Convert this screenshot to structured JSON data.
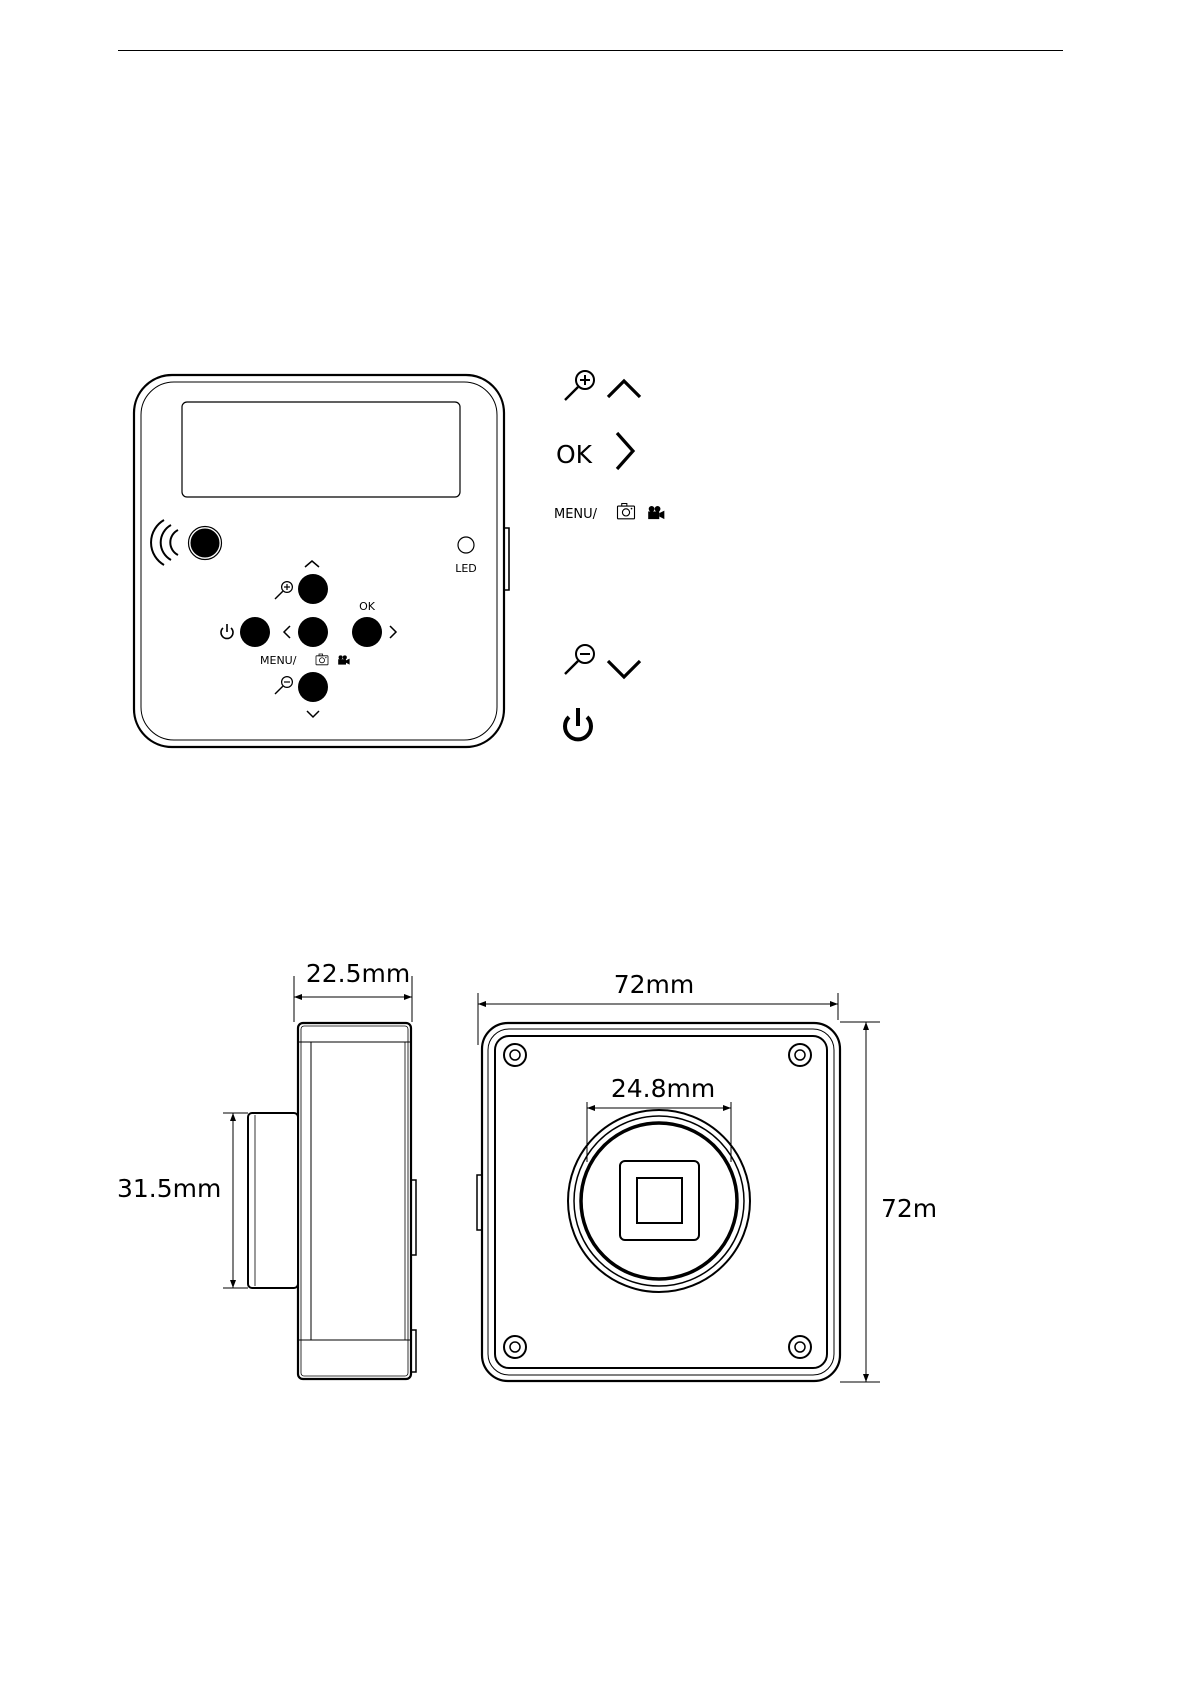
{
  "panel": {
    "led_label": "LED",
    "ok_label": "OK",
    "menu_label": "MENU/"
  },
  "legend": {
    "ok_label": "OK",
    "menu_label": "MENU/"
  },
  "dimensions": {
    "side_depth": "22.5mm",
    "side_height": "31.5mm",
    "front_width": "72mm",
    "front_height": "72m",
    "mount_diameter": "24.8mm"
  },
  "icons": [
    "zoom-in-icon",
    "chevron-up-icon",
    "chevron-right-icon",
    "chevron-left-icon",
    "chevron-down-icon",
    "zoom-out-icon",
    "power-icon",
    "camera-icon",
    "video-icon",
    "wifi-signal-icon"
  ]
}
